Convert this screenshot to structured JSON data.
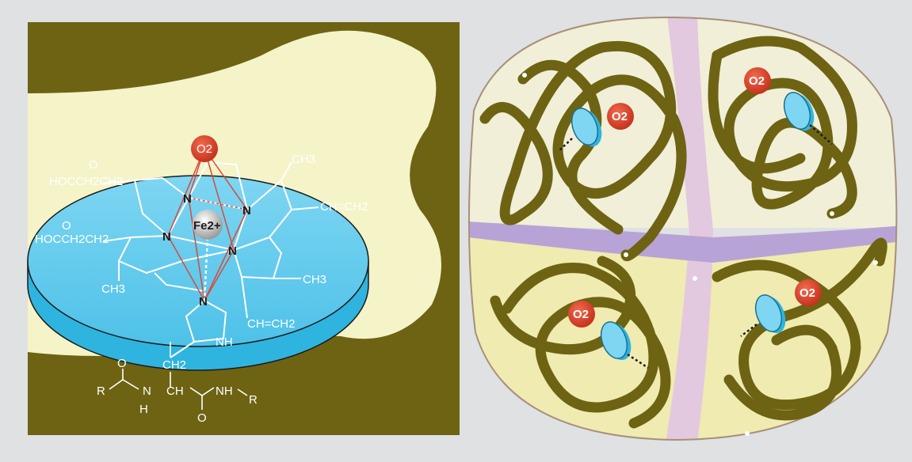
{
  "heme_panel": {
    "o2_label": "O2",
    "iron_label": "Fe2+",
    "n_labels": [
      "N",
      "N",
      "N",
      "N"
    ],
    "ch3_a": "CH3",
    "ch3_b": "CH3",
    "ch3_c": "CH3",
    "vinyl_a": "CH=CH2",
    "vinyl_b": "CH=CH2",
    "propionate_a": "HOCCH2CH2",
    "propionate_b": "HOCCH2CH2",
    "carbonyl_o_a": "O",
    "carbonyl_o_b": "O",
    "histidine_n": "N",
    "histidine_nh": "NH",
    "backbone_ch2": "CH2",
    "backbone_ch": "CH",
    "backbone_r_left": "R",
    "backbone_r_right": "R",
    "backbone_nh": "NH",
    "backbone_n": "N",
    "backbone_h": "H",
    "backbone_o_left": "O",
    "backbone_o_right": "O"
  },
  "hemoglobin_panel": {
    "o2_labels": [
      "O2",
      "O2",
      "O2",
      "O2"
    ]
  },
  "colors": {
    "olive": "#6d6313",
    "cream": "#f5f3c8",
    "heme_blue": "#5fc8ea",
    "oxygen_red": "#d9442b",
    "subunit_pink": "#e2c9df",
    "subunit_violet": "#b8a3d6"
  }
}
